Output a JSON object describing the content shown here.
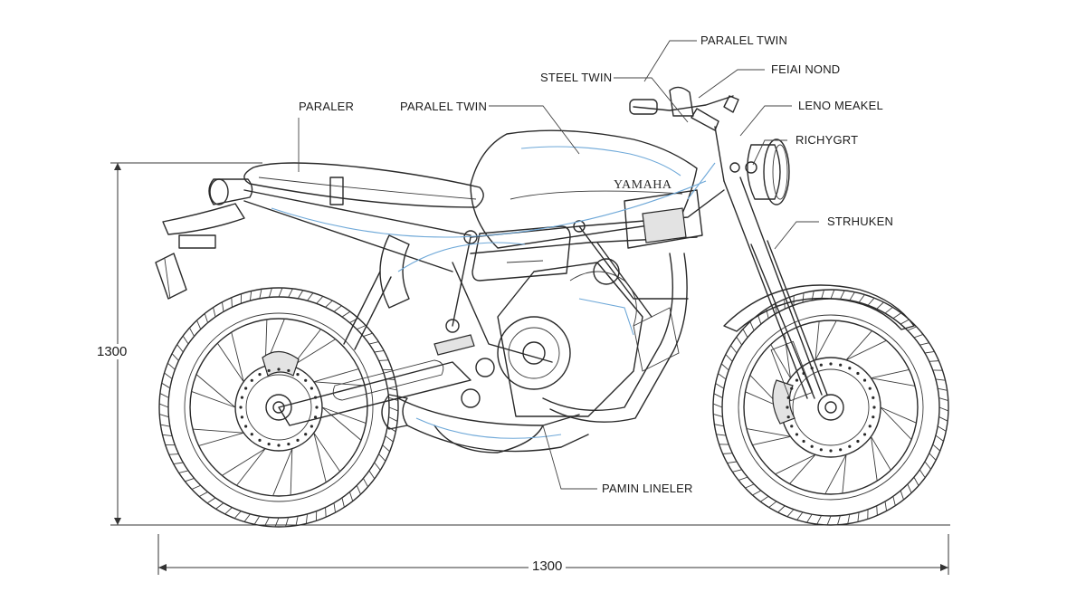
{
  "diagram": {
    "brand_mark": "YAMAHA",
    "dimensions": {
      "height_label": "1300",
      "length_label": "1300"
    },
    "labels": [
      {
        "id": "paralel-twin-top",
        "text": "PARALEL TWIN"
      },
      {
        "id": "feiai-nond",
        "text": "FEIAI NOND"
      },
      {
        "id": "steel-twin",
        "text": "STEEL TWIN"
      },
      {
        "id": "paraler",
        "text": "PARALER"
      },
      {
        "id": "paralel-twin-tank",
        "text": "PARALEL TWIN"
      },
      {
        "id": "leno-meakel",
        "text": "LENO MEAKEL"
      },
      {
        "id": "richygrt",
        "text": "RICHYGRT"
      },
      {
        "id": "strhuken",
        "text": "STRHUKEN"
      },
      {
        "id": "pamin-lineler",
        "text": "PAMIN LINELER"
      }
    ]
  }
}
